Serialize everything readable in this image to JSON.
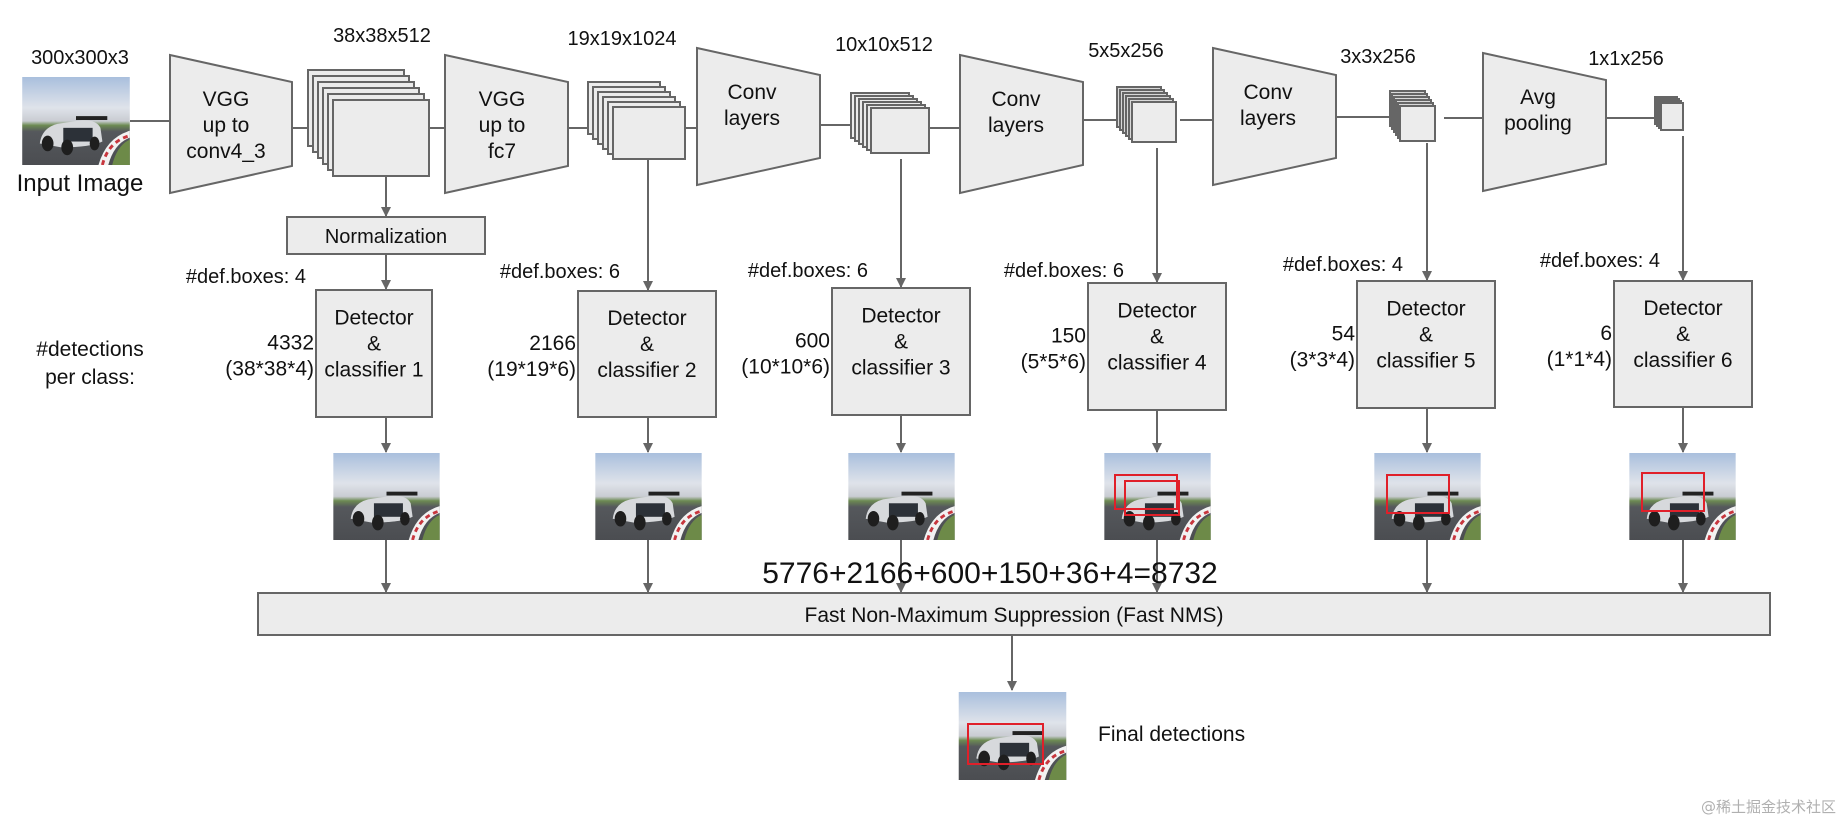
{
  "title": "SSD architecture with Fast NMS",
  "input": {
    "dims_label": "300x300x3",
    "caption": "Input Image"
  },
  "backbone": [
    {
      "label_lines": [
        "VGG",
        "up to",
        "conv4_3"
      ]
    },
    {
      "label_lines": [
        "VGG",
        "up to",
        "fc7"
      ]
    },
    {
      "label_lines": [
        "Conv",
        "layers"
      ]
    },
    {
      "label_lines": [
        "Conv",
        "layers"
      ]
    },
    {
      "label_lines": [
        "Conv",
        "layers"
      ]
    },
    {
      "label_lines": [
        "Avg",
        "pooling"
      ]
    }
  ],
  "feature_maps": [
    {
      "dims_label": "38x38x512"
    },
    {
      "dims_label": "19x19x1024"
    },
    {
      "dims_label": "10x10x512"
    },
    {
      "dims_label": "5x5x256"
    },
    {
      "dims_label": "3x3x256"
    },
    {
      "dims_label": "1x1x256"
    }
  ],
  "normalization": {
    "label": "Normalization"
  },
  "detections_label_lines": [
    "#detections",
    "per class:"
  ],
  "detectors": [
    {
      "def_boxes": "#def.boxes: 4",
      "label_lines": [
        "Detector",
        "&",
        "classifier 1"
      ],
      "count": "4332",
      "formula": "(38*38*4)",
      "boxes": 0
    },
    {
      "def_boxes": "#def.boxes: 6",
      "label_lines": [
        "Detector",
        "&",
        "classifier 2"
      ],
      "count": "2166",
      "formula": "(19*19*6)",
      "boxes": 0
    },
    {
      "def_boxes": "#def.boxes: 6",
      "label_lines": [
        "Detector",
        "&",
        "classifier 3"
      ],
      "count": "600",
      "formula": "(10*10*6)",
      "boxes": 0
    },
    {
      "def_boxes": "#def.boxes: 6",
      "label_lines": [
        "Detector",
        "&",
        "classifier 4"
      ],
      "count": "150",
      "formula": "(5*5*6)",
      "boxes": 2
    },
    {
      "def_boxes": "#def.boxes: 4",
      "label_lines": [
        "Detector",
        "&",
        "classifier 5"
      ],
      "count": "54",
      "formula": "(3*3*4)",
      "boxes": 1
    },
    {
      "def_boxes": "#def.boxes: 4",
      "label_lines": [
        "Detector",
        "&",
        "classifier 6"
      ],
      "count": "6",
      "formula": "(1*1*4)",
      "boxes": 1
    }
  ],
  "sum_equation": "5776+2166+600+150+36+4=8732",
  "nms": {
    "label": "Fast Non-Maximum Suppression (Fast NMS)"
  },
  "final": {
    "label": "Final detections"
  },
  "watermark": "@稀土掘金技术社区",
  "colors": {
    "box_fill": "#ececec",
    "stroke": "#666666",
    "detection_box": "#e0202a"
  }
}
